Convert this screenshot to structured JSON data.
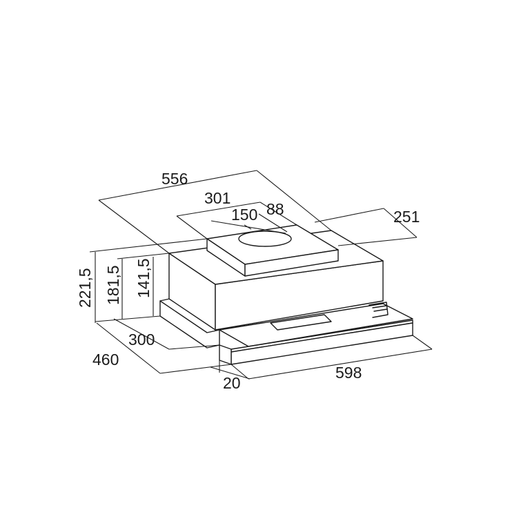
{
  "dimensions": {
    "overall_width": "556",
    "top_box_width": "301",
    "duct_diameter": "150",
    "duct_offset": "88",
    "duct_depth": "251",
    "total_height": "221,5",
    "mid_height": "181,5",
    "box_height": "141,5",
    "depth_300": "300",
    "depth_460": "460",
    "front_panel": "20",
    "front_width": "598"
  }
}
